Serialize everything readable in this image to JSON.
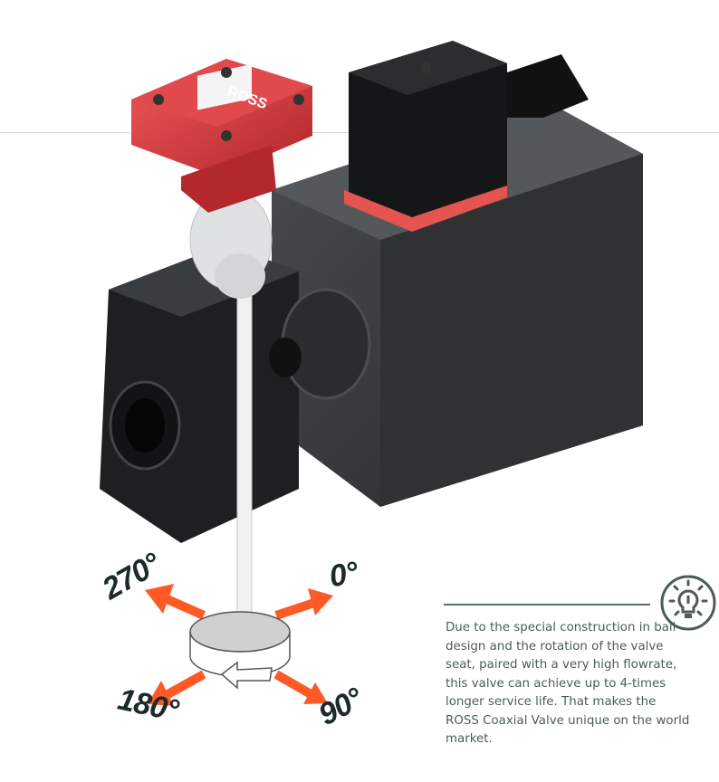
{
  "product": {
    "brand_mark": "ROSS",
    "name": "ROSS Coaxial Valve"
  },
  "rotation": {
    "angles": [
      "270°",
      "0°",
      "180°",
      "90°"
    ],
    "arrow_color": "#ff5a26"
  },
  "tip": {
    "icon": "lightbulb-icon",
    "text": "Due to the special construction in ball design and the rotation of the valve seat, paired with a very high flowrate, this valve can achieve up to 4-times longer service life. That makes the ROSS Coaxial Valve unique on the world market."
  }
}
